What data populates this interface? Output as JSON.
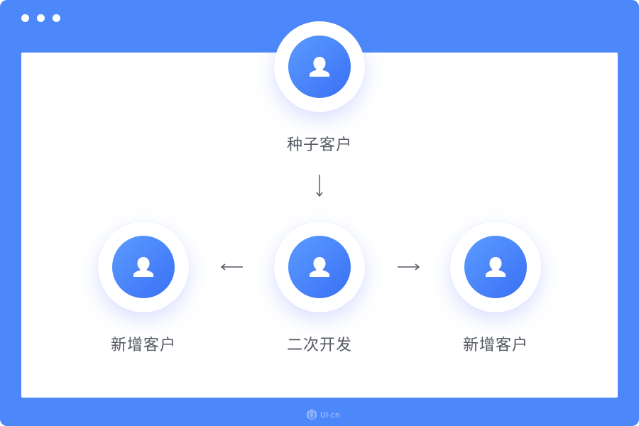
{
  "diagram": {
    "nodes": {
      "top": {
        "label": "种子客户",
        "icon": "user-icon"
      },
      "center": {
        "label": "二次开发",
        "icon": "user-icon"
      },
      "left": {
        "label": "新增客户",
        "icon": "user-icon"
      },
      "right": {
        "label": "新增客户",
        "icon": "user-icon"
      }
    },
    "edges": [
      {
        "from": "top",
        "to": "center",
        "direction": "down"
      },
      {
        "from": "center",
        "to": "left",
        "direction": "left"
      },
      {
        "from": "center",
        "to": "right",
        "direction": "right"
      }
    ]
  },
  "watermark": {
    "text": "UI·cn"
  },
  "colors": {
    "frame": "#4d88fb",
    "node_gradient_start": "#5b9cff",
    "node_gradient_end": "#3a6ff5",
    "label": "#555a64",
    "arrow": "#555a64"
  }
}
